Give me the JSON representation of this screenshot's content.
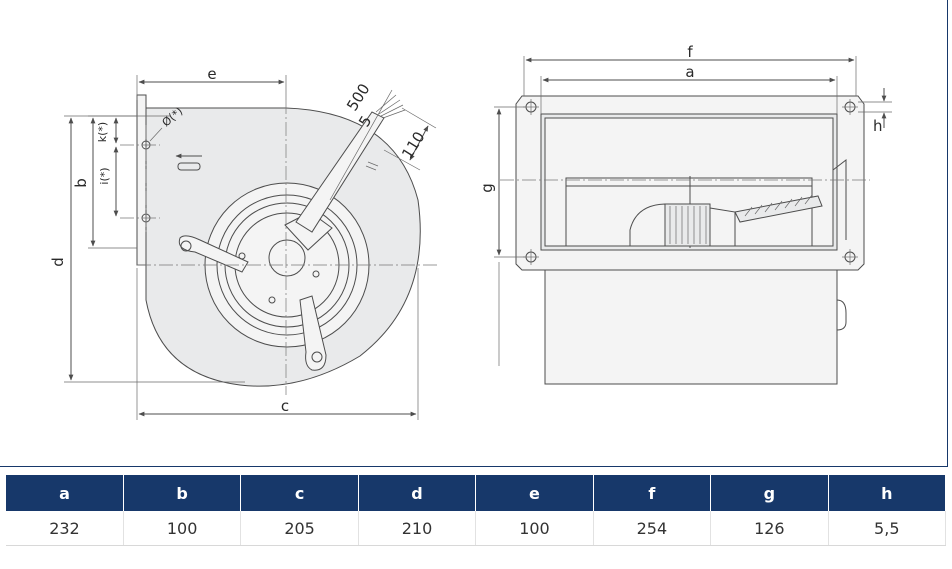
{
  "drawing": {
    "labels": {
      "a": "a",
      "b": "b",
      "c": "c",
      "d": "d",
      "e": "e",
      "f": "f",
      "g": "g",
      "h": "h",
      "i": "i(*)",
      "k": "k(*)",
      "phi": "Ø(*)",
      "l500": "500",
      "l5": "5",
      "l110": "110"
    }
  },
  "table": {
    "headers": [
      "a",
      "b",
      "c",
      "d",
      "e",
      "f",
      "g",
      "h"
    ],
    "values": [
      "232",
      "100",
      "205",
      "210",
      "100",
      "254",
      "126",
      "5,5"
    ]
  },
  "colors": {
    "header_bg": "#17386a",
    "header_text": "#ffffff",
    "line": "#4d4d4d"
  }
}
